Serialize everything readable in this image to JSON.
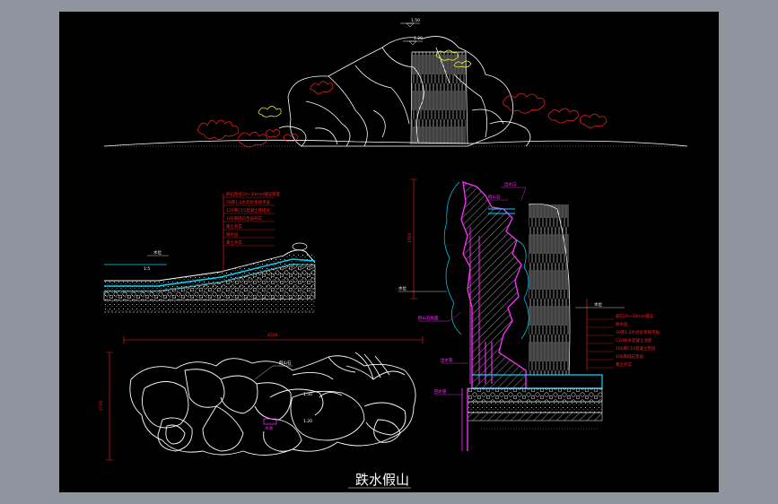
{
  "title": "跌水假山",
  "colors": {
    "background": "#000000",
    "frame": "#8f959f",
    "line": "#ffffff",
    "accent_red": "#ff2020",
    "accent_yellow": "#ffff40",
    "accent_cyan": "#00d8ff",
    "accent_magenta": "#ff30ff",
    "accent_green": "#50ff50"
  },
  "elevation": {
    "marker_top": "1.50",
    "marker_mid": "1.20"
  },
  "section_a": {
    "callouts": [
      "卵石粒径20~30mm铺设厚度",
      "30厚1:2水泥砂浆找平层",
      "120厚C15混凝土基础层",
      "100厚碎石垫层夯实",
      "素土夯实",
      "防水层",
      "素土夯实"
    ],
    "water_label": "水位",
    "dim_label": "1:5"
  },
  "plan": {
    "top_dim": "4500",
    "side_dim": "2700",
    "callout": "假山石",
    "label_center": "1.50",
    "label_low": "1.20",
    "note": "水池"
  },
  "section_b": {
    "left_dim": "1500",
    "left_callouts": [
      "水位",
      "假山石贴面",
      "出水管",
      "回水管"
    ],
    "top_callouts": [
      "出水口",
      "假山石"
    ],
    "right_callouts": [
      "水位",
      "卵石20~30mm铺设",
      "防水层",
      "30厚1:2水泥砂浆找平层",
      "C20防水混凝土池底",
      "100厚C10混凝土垫层",
      "100厚碎石垫层",
      "素土夯实"
    ]
  }
}
